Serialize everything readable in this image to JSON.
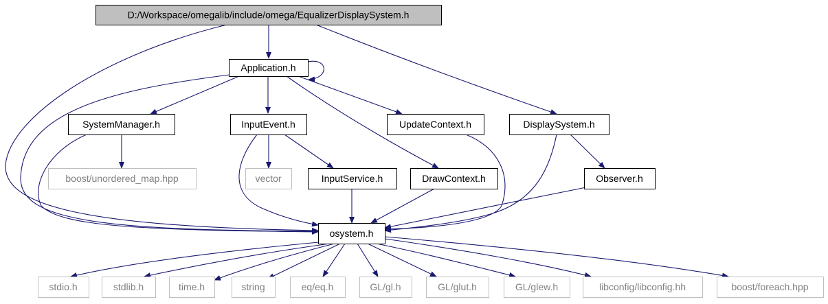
{
  "diagram": {
    "nodes": [
      {
        "id": "root",
        "label": "D:/Workspace/omegalib/include/omega/EqualizerDisplaySystem.h",
        "kind": "root"
      },
      {
        "id": "application",
        "label": "Application.h",
        "kind": "project"
      },
      {
        "id": "systemmanager",
        "label": "SystemManager.h",
        "kind": "project"
      },
      {
        "id": "inputevent",
        "label": "InputEvent.h",
        "kind": "project"
      },
      {
        "id": "updatecontext",
        "label": "UpdateContext.h",
        "kind": "project"
      },
      {
        "id": "displaysystem",
        "label": "DisplaySystem.h",
        "kind": "project"
      },
      {
        "id": "unordered_map",
        "label": "boost/unordered_map.hpp",
        "kind": "external"
      },
      {
        "id": "vector",
        "label": "vector",
        "kind": "external"
      },
      {
        "id": "inputservice",
        "label": "InputService.h",
        "kind": "project"
      },
      {
        "id": "drawcontext",
        "label": "DrawContext.h",
        "kind": "project"
      },
      {
        "id": "observer",
        "label": "Observer.h",
        "kind": "project"
      },
      {
        "id": "osystem",
        "label": "osystem.h",
        "kind": "project"
      },
      {
        "id": "stdio",
        "label": "stdio.h",
        "kind": "external"
      },
      {
        "id": "stdlib",
        "label": "stdlib.h",
        "kind": "external"
      },
      {
        "id": "time",
        "label": "time.h",
        "kind": "external"
      },
      {
        "id": "string",
        "label": "string",
        "kind": "external"
      },
      {
        "id": "eq",
        "label": "eq/eq.h",
        "kind": "external"
      },
      {
        "id": "gl",
        "label": "GL/gl.h",
        "kind": "external"
      },
      {
        "id": "glut",
        "label": "GL/glut.h",
        "kind": "external"
      },
      {
        "id": "glew",
        "label": "GL/glew.h",
        "kind": "external"
      },
      {
        "id": "libconfig",
        "label": "libconfig/libconfig.hh",
        "kind": "external"
      },
      {
        "id": "foreach",
        "label": "boost/foreach.hpp",
        "kind": "external"
      }
    ],
    "edges": [
      {
        "from": "root",
        "to": "application"
      },
      {
        "from": "root",
        "to": "displaysystem"
      },
      {
        "from": "root",
        "to": "osystem"
      },
      {
        "from": "application",
        "to": "application"
      },
      {
        "from": "application",
        "to": "systemmanager"
      },
      {
        "from": "application",
        "to": "inputevent"
      },
      {
        "from": "application",
        "to": "updatecontext"
      },
      {
        "from": "application",
        "to": "drawcontext"
      },
      {
        "from": "application",
        "to": "osystem"
      },
      {
        "from": "systemmanager",
        "to": "unordered_map"
      },
      {
        "from": "systemmanager",
        "to": "osystem"
      },
      {
        "from": "inputevent",
        "to": "vector"
      },
      {
        "from": "inputevent",
        "to": "inputservice"
      },
      {
        "from": "inputevent",
        "to": "osystem"
      },
      {
        "from": "inputservice",
        "to": "osystem"
      },
      {
        "from": "updatecontext",
        "to": "osystem"
      },
      {
        "from": "drawcontext",
        "to": "osystem"
      },
      {
        "from": "displaysystem",
        "to": "observer"
      },
      {
        "from": "displaysystem",
        "to": "osystem"
      },
      {
        "from": "observer",
        "to": "osystem"
      },
      {
        "from": "osystem",
        "to": "stdio"
      },
      {
        "from": "osystem",
        "to": "stdlib"
      },
      {
        "from": "osystem",
        "to": "time"
      },
      {
        "from": "osystem",
        "to": "string"
      },
      {
        "from": "osystem",
        "to": "eq"
      },
      {
        "from": "osystem",
        "to": "gl"
      },
      {
        "from": "osystem",
        "to": "glut"
      },
      {
        "from": "osystem",
        "to": "glew"
      },
      {
        "from": "osystem",
        "to": "libconfig"
      },
      {
        "from": "osystem",
        "to": "foreach"
      }
    ]
  },
  "colors": {
    "edge": "#191970",
    "project_border": "#000000",
    "root_fill": "#bfbfbf",
    "external_border": "#bfbfbf",
    "external_text": "#808080",
    "text": "#000000"
  }
}
